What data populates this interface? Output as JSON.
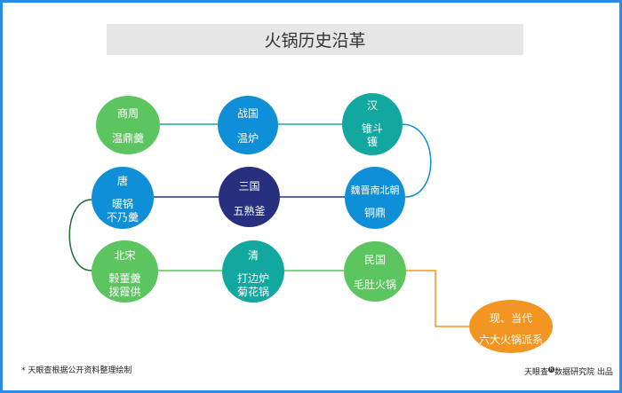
{
  "title": "火锅历史沿革",
  "colors": {
    "green": "#5cc560",
    "blue": "#0f8fd8",
    "teal": "#12a8a0",
    "navy": "#27307f",
    "orange": "#f39523",
    "border": "#2b8ce6"
  },
  "nodes": {
    "shangzhou": {
      "era": "商周",
      "item": "温鼎羹"
    },
    "zhanguo": {
      "era": "战国",
      "item": "温炉"
    },
    "han": {
      "era": "汉",
      "item": "锥斗\n镬"
    },
    "tang": {
      "era": "唐",
      "item": "暖锅\n不乃羹"
    },
    "sanguo": {
      "era": "三国",
      "item": "五熟釜"
    },
    "weijin": {
      "era": "魏晋南北朝",
      "item": "铜鼎"
    },
    "beisong": {
      "era": "北宋",
      "item": "榖董羹\n拨霞供"
    },
    "qing": {
      "era": "清",
      "item": "打边炉\n菊花锅"
    },
    "minguo": {
      "era": "民国",
      "item": "毛肚火锅"
    },
    "modern": {
      "era": "现、当代",
      "item": "六大火锅派系"
    }
  },
  "footnote": "* 天眼查根据公开资料整理绘制",
  "credit": {
    "brand": "天眼查",
    "reg": "R",
    "rest": "数据研究院 出品"
  }
}
